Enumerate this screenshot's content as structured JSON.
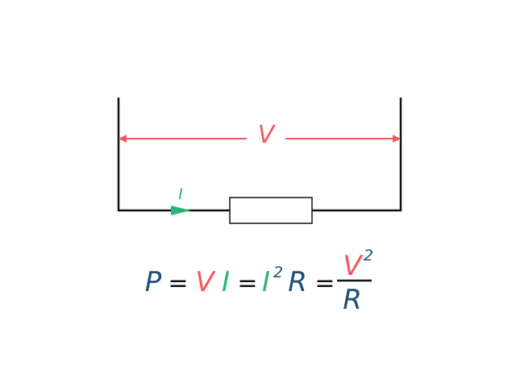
{
  "colors": {
    "voltage": "#f05a5a",
    "current": "#2bb673",
    "formula": "#1f4e79",
    "wire": "#111111",
    "background": "#ffffff"
  },
  "labels": {
    "voltage": "V",
    "current": "I"
  },
  "formula": {
    "power": "P",
    "eq1": "=",
    "voltage": "V",
    "current": "I",
    "eq2": "=",
    "current_sq": "I",
    "exp1": "2",
    "resistance": "R",
    "eq3": "=",
    "numerator": "V",
    "exp2": "2",
    "denominator": "R"
  }
}
